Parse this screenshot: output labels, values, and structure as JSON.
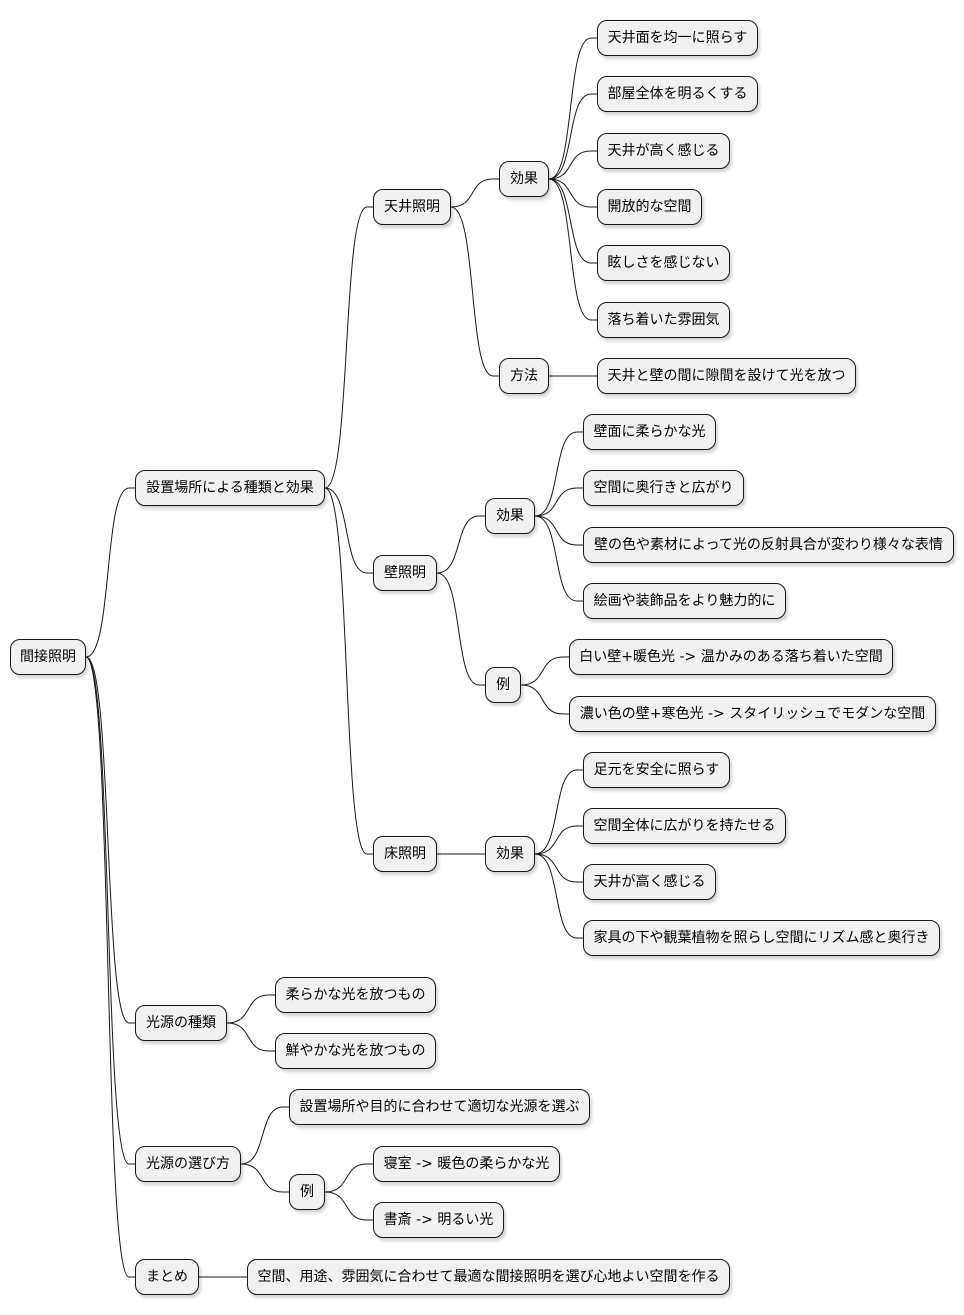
{
  "mindmap": {
    "root": "間接照明",
    "n_placement": "設置場所による種類と効果",
    "n_ceiling": "天井照明",
    "n_ceiling_effect": "効果",
    "ceiling_effects": [
      "天井面を均一に照らす",
      "部屋全体を明るくする",
      "天井が高く感じる",
      "開放的な空間",
      "眩しさを感じない",
      "落ち着いた雰囲気"
    ],
    "n_ceiling_method": "方法",
    "ceiling_method": "天井と壁の間に隙間を設けて光を放つ",
    "n_wall": "壁照明",
    "n_wall_effect": "効果",
    "wall_effects": [
      "壁面に柔らかな光",
      "空間に奥行きと広がり",
      "壁の色や素材によって光の反射具合が変わり様々な表情",
      "絵画や装飾品をより魅力的に"
    ],
    "n_wall_example": "例",
    "wall_examples": [
      "白い壁+暖色光 -> 温かみのある落ち着いた空間",
      "濃い色の壁+寒色光 -> スタイリッシュでモダンな空間"
    ],
    "n_floor": "床照明",
    "n_floor_effect": "効果",
    "floor_effects": [
      "足元を安全に照らす",
      "空間全体に広がりを持たせる",
      "天井が高く感じる",
      "家具の下や観葉植物を照らし空間にリズム感と奥行き"
    ],
    "n_source_types": "光源の種類",
    "source_types": [
      "柔らかな光を放つもの",
      "鮮やかな光を放つもの"
    ],
    "n_source_choice": "光源の選び方",
    "source_choice_main": "設置場所や目的に合わせて適切な光源を選ぶ",
    "n_source_choice_example": "例",
    "source_choice_examples": [
      "寝室 -> 暖色の柔らかな光",
      "書斎 -> 明るい光"
    ],
    "n_summary": "まとめ",
    "summary": "空間、用途、雰囲気に合わせて最適な間接照明を選び心地よい空間を作る"
  },
  "colors": {
    "node_fill": "#f1f1f1",
    "node_border": "#181818",
    "line": "#181818"
  }
}
